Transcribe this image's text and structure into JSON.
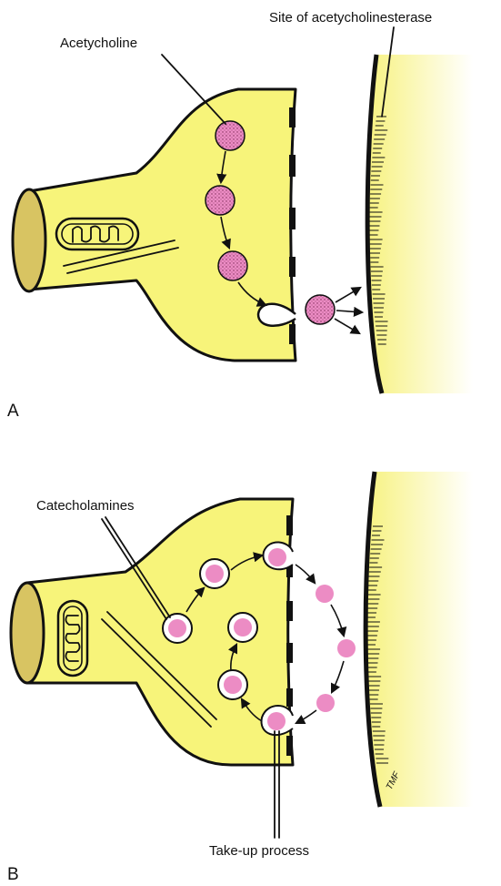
{
  "panels": {
    "a": {
      "letter": "A",
      "labels": {
        "vesicle": "Acetycholine",
        "receptor_site": "Site of acetycholinesterase"
      }
    },
    "b": {
      "letter": "B",
      "labels": {
        "vesicle": "Catecholamines",
        "reuptake": "Take-up process"
      }
    }
  },
  "colors": {
    "terminal_fill": "#f7f47a",
    "vesicle_pink": "#ec8cc4",
    "postsynaptic_gradient_start": "#f7f280",
    "postsynaptic_gradient_end": "#ffffff",
    "axon_end_fill": "#d8c462",
    "outline": "#111111"
  },
  "artist_initials": "TMF"
}
